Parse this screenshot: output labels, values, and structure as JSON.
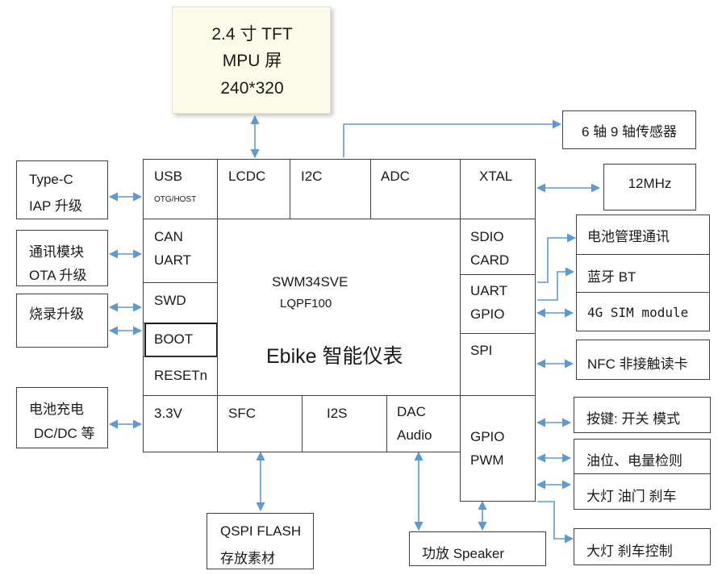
{
  "display": {
    "line1": "2.4 寸 TFT",
    "line2": "MPU 屏",
    "line3": "240*320"
  },
  "chip": {
    "name": "SWM34SVE",
    "package": "LQPF100",
    "title": "Ebike 智能仪表"
  },
  "chip_cells": {
    "usb": "USB",
    "usb_sub": "OTG/HOST",
    "lcdc": "LCDC",
    "i2c": "I2C",
    "adc": "ADC",
    "xtal": "XTAL",
    "can": "CAN",
    "uart_left": "UART",
    "swd": "SWD",
    "boot": "BOOT",
    "resetn": "RESETn",
    "sdio": "SDIO",
    "card": "CARD",
    "uart_right": "UART",
    "gpio_right": "GPIO",
    "spi": "SPI",
    "v33": "3.3V",
    "sfc": "SFC",
    "i2s": "I2S",
    "dac": "DAC",
    "audio": "Audio",
    "gpio_bottom": "GPIO",
    "pwm": "PWM"
  },
  "left_blocks": {
    "typec_1": "Type-C",
    "typec_2": "IAP 升级",
    "comm_1": "通讯模块",
    "comm_2": "OTA 升级",
    "burn": "烧录升级",
    "charge_1": "电池充电",
    "charge_2": "DC/DC 等"
  },
  "right_blocks": {
    "sensor": "6 轴  9 轴传感器",
    "osc": "12MHz",
    "bms": "电池管理通讯",
    "bt": "蓝牙 BT",
    "sim": "4G SIM module",
    "nfc": "NFC 非接触读卡",
    "keys": "按键: 开关  模式",
    "oil": "油位、电量检则",
    "lamp": "大灯  油门  刹车",
    "lamp_ctrl": "大灯  刹车控制"
  },
  "bottom_blocks": {
    "flash_1": "QSPI FLASH",
    "flash_2": "存放素材",
    "speaker": "功放  Speaker"
  },
  "colors": {
    "arrow": "#5b9bd5",
    "border": "#404040",
    "display_fill": "#fdfbe9"
  }
}
